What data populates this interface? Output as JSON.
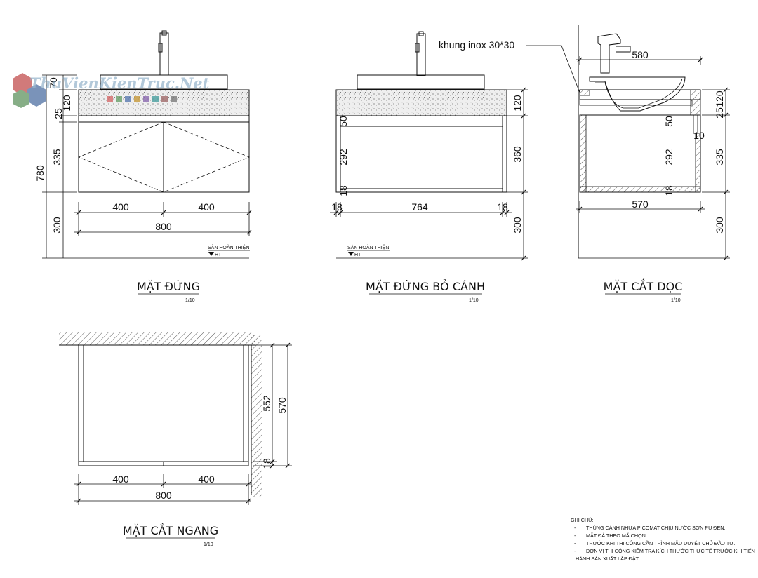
{
  "watermark": "ThuVienKienTruc.Net",
  "views": {
    "front": {
      "title": "MẶT ĐỨNG",
      "scale": "1/10",
      "floor_label": "SÀN HOÀN THIỆN",
      "floor_tag": "HT",
      "dims": {
        "d70": "70",
        "d120": "120",
        "d25": "25",
        "d335": "335",
        "d780": "780",
        "d300": "300",
        "w400a": "400",
        "w400b": "400",
        "w800": "800"
      }
    },
    "front_no_door": {
      "title": "MẶT ĐỨNG BỎ CÁNH",
      "scale": "1/10",
      "floor_label": "SÀN HOÀN THIỆN",
      "floor_tag": "HT",
      "dims": {
        "d50": "50",
        "d292": "292",
        "d18": "18",
        "d120": "120",
        "d360": "360",
        "d300": "300",
        "w18a": "18",
        "w764": "764",
        "w18b": "18"
      }
    },
    "section_long": {
      "title": "MẶT CẮT DỌC",
      "scale": "1/10",
      "frame_label": "khung inox 30*30",
      "dims": {
        "w580": "580",
        "w570": "570",
        "d50": "50",
        "d292": "292",
        "d18": "18",
        "d10": "10",
        "d25": "25",
        "d120": "120",
        "d335": "335",
        "d300": "300"
      }
    },
    "section_plan": {
      "title": "MẶT CẮT NGANG",
      "scale": "1/10",
      "dims": {
        "w400a": "400",
        "w400b": "400",
        "w800": "800",
        "d552": "552",
        "d570": "570",
        "d18": "18"
      }
    }
  },
  "notes": {
    "heading": "GHI CHÚ:",
    "bullet": "-",
    "items": [
      "THÙNG CÁNH NHỰA PICOMAT CHỊU NƯỚC SƠN PU ĐEN.",
      "MẶT ĐÁ THEO MÃ CHỌN.",
      "TRƯỚC KHI THI CÔNG CẦN TRÌNH MẪU DUYỆT CHỦ ĐẦU TƯ.",
      "ĐƠN VỊ THI CÔNG KIỂM TRA KÍCH THƯỚC THỰC TẾ TRƯỚC KHI TIẾN",
      "HÀNH SẢN XUẤT LẮP ĐẶT."
    ]
  },
  "colors": {
    "line": "#111111",
    "watermark": "#7fa3bf",
    "stone": "#e8e8e8"
  }
}
